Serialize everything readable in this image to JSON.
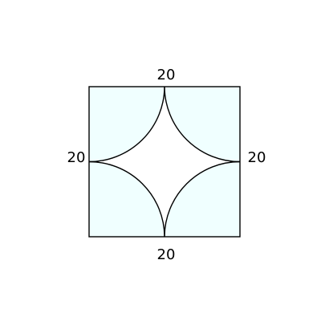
{
  "diagram": {
    "labels": {
      "top": "20",
      "left": "20",
      "right": "20",
      "bottom": "20"
    },
    "colors": {
      "fill": "#f0ffff",
      "stroke": "#000000",
      "inner": "#ffffff"
    }
  }
}
